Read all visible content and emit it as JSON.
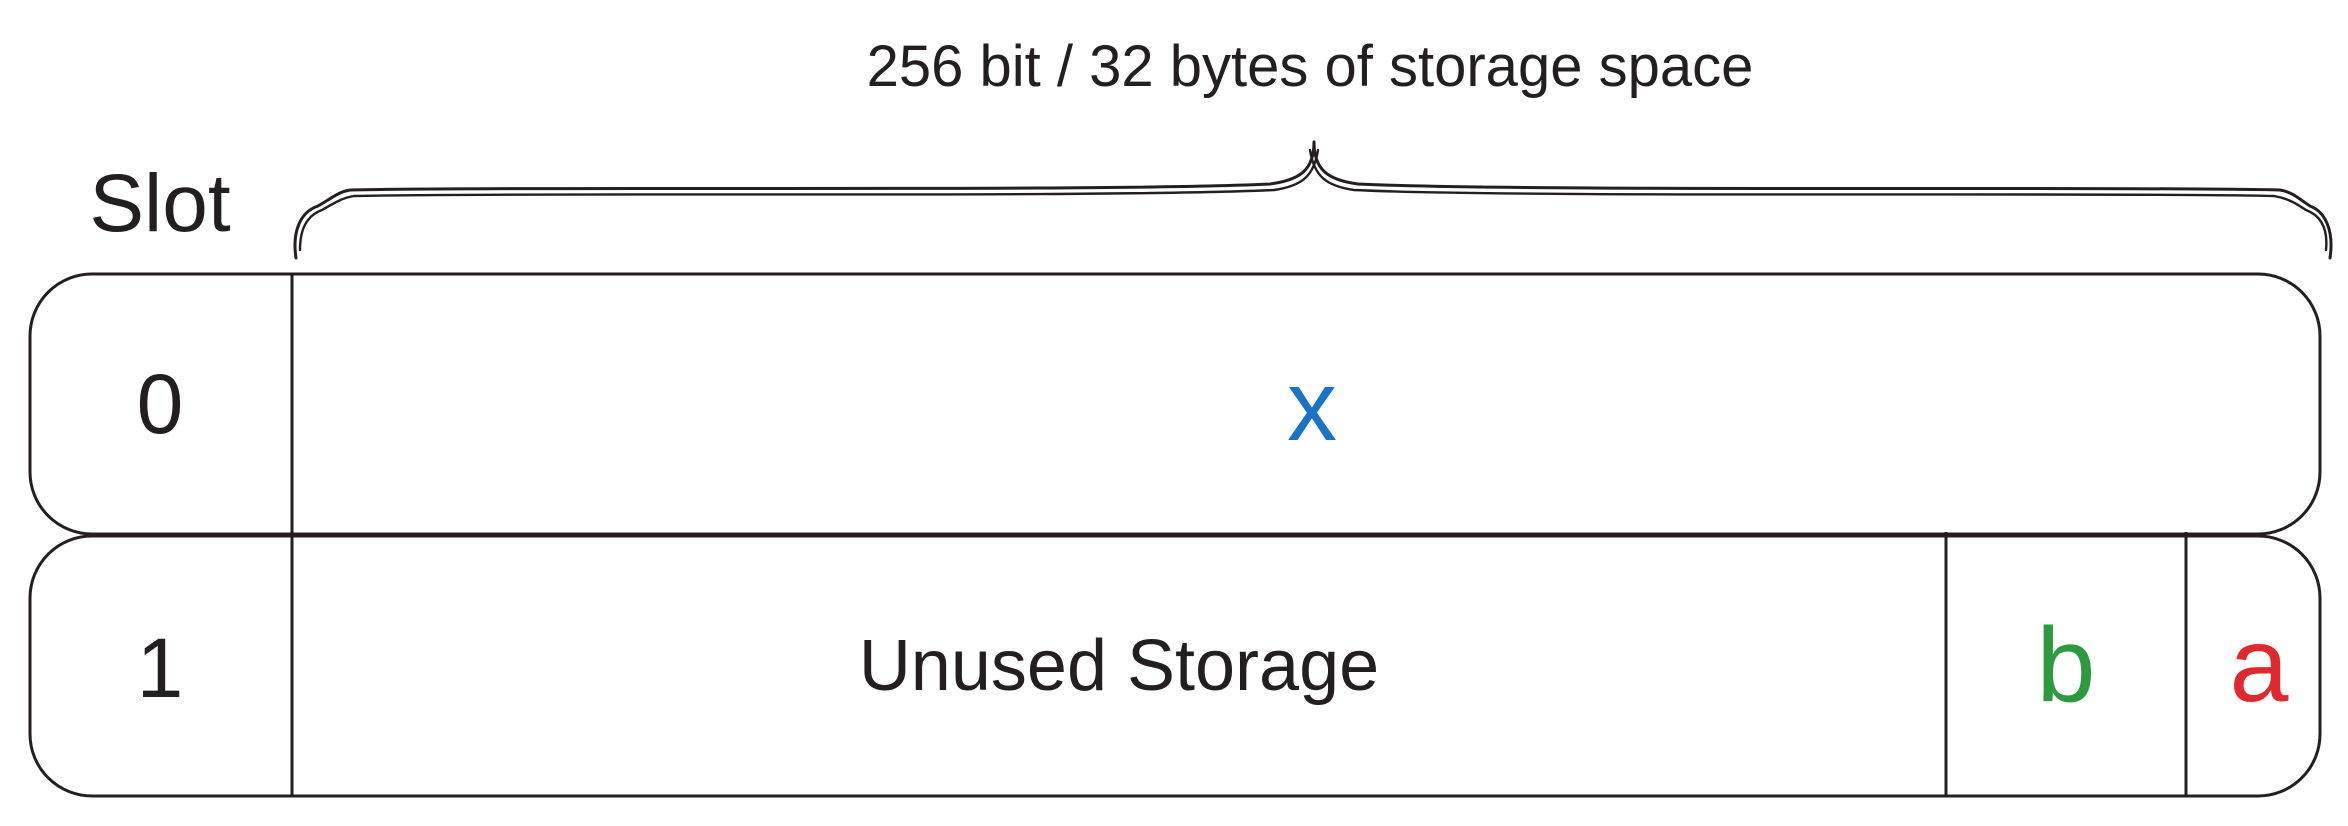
{
  "header": {
    "label": "256 bit / 32 bytes of storage space"
  },
  "slot_heading": "Slot",
  "slots": [
    {
      "number": "0",
      "variables": [
        {
          "name": "x",
          "color": "#1a73c4"
        }
      ]
    },
    {
      "number": "1",
      "unused_label": "Unused Storage",
      "variables": [
        {
          "name": "b",
          "color": "#2e9a40"
        },
        {
          "name": "a",
          "color": "#e0292e"
        }
      ]
    }
  ],
  "colors": {
    "line": "#231f20",
    "text": "#231f20"
  }
}
